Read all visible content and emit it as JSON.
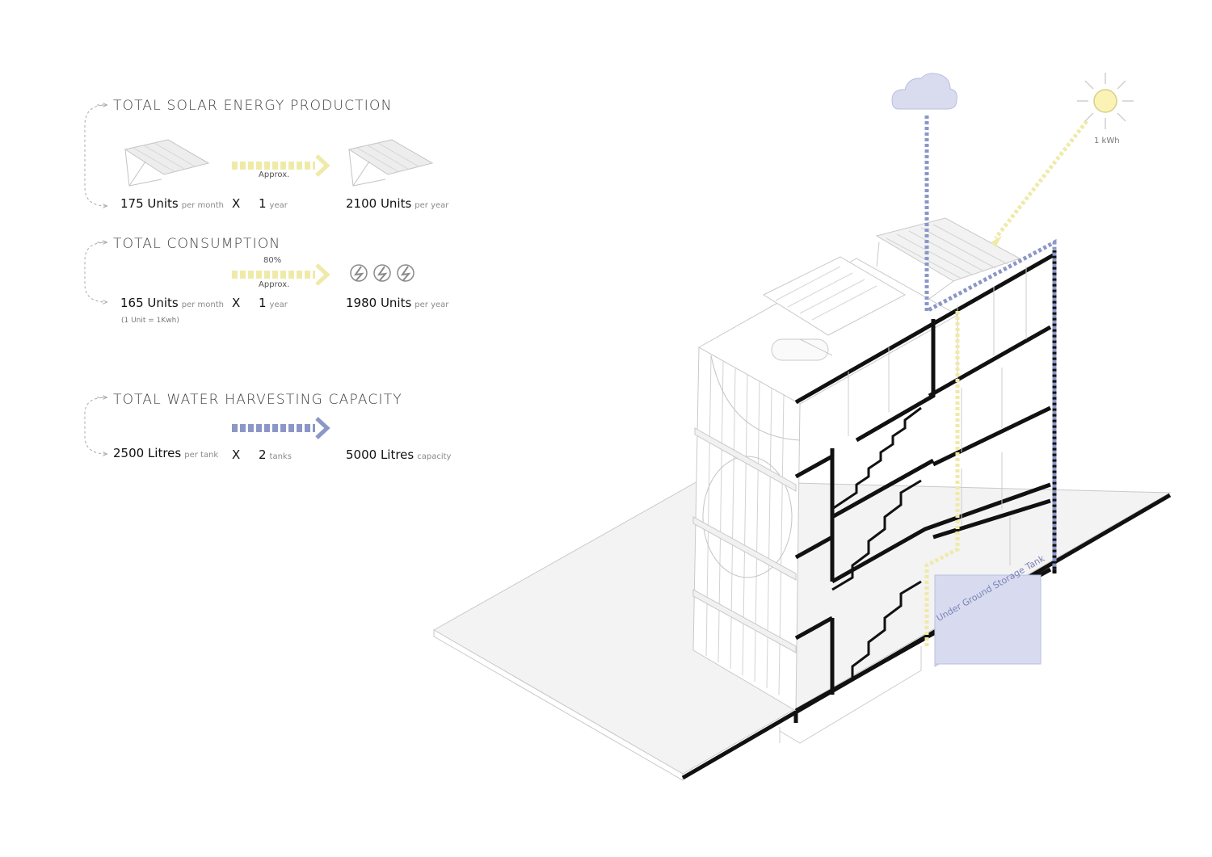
{
  "colors": {
    "solar": "#efeaa8",
    "water": "#8c97c7",
    "cloud": "#d9dcef",
    "sun": "#fbf3b6",
    "tank": "#d8dbef",
    "line": "#c9c9c9",
    "slab": "#111111"
  },
  "solar": {
    "heading": "TOTAL SOLAR ENERGY PRODUCTION",
    "left_value": "175 Units",
    "left_unit": "per month",
    "multiplier": "X",
    "mid_value": "1",
    "mid_unit": "year",
    "approx": "Approx.",
    "right_value": "2100 Units",
    "right_unit": "per year",
    "icon": "solar-panel-icon"
  },
  "consumption": {
    "heading": "TOTAL CONSUMPTION",
    "percent": "80%",
    "approx": "Approx.",
    "left_value": "165 Units",
    "left_unit": "per month",
    "multiplier": "X",
    "mid_value": "1",
    "mid_unit": "year",
    "right_value": "1980 Units",
    "right_unit": "per year",
    "note": "(1 Unit = 1Kwh)",
    "icon": "lightning-bolt-icon"
  },
  "water": {
    "heading": "TOTAL WATER HARVESTING CAPACITY",
    "left_value": "2500 Litres",
    "left_unit": "per tank",
    "multiplier": "X",
    "mid_value": "2",
    "mid_unit": "tanks",
    "right_value": "5000 Litres",
    "right_unit": "capacity"
  },
  "diagram": {
    "sun_label": "1 kWh",
    "tank_label": "Under Ground Storage Tank",
    "icons": [
      "cloud-icon",
      "sun-icon"
    ]
  }
}
